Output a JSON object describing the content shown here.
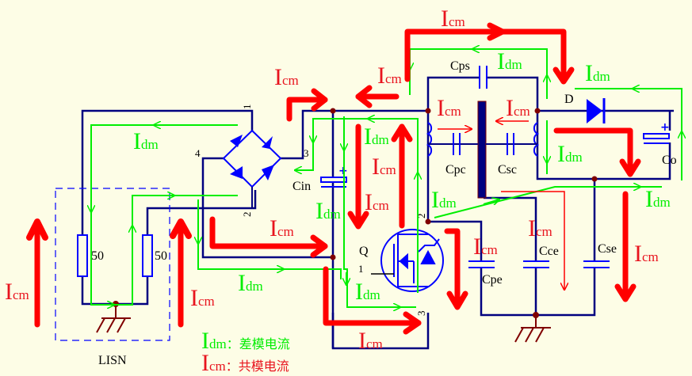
{
  "diagram": {
    "colors": {
      "background": "#fdfde6",
      "wire": "#000080",
      "component": "#0000ff",
      "dm_current": "#00ee00",
      "cm_current": "#ff0000",
      "cm_text": "#e8141e",
      "node": "#800000",
      "ground": "#800000"
    },
    "current_labels": {
      "dm_main": "I",
      "dm_sub": "dm",
      "cm_main": "I",
      "cm_sub": "cm"
    },
    "components": {
      "lisn": "LISN",
      "r1": "50",
      "r2": "50",
      "cin": "Cin",
      "cps": "Cps",
      "cpc": "Cpc",
      "csc": "Csc",
      "cpe": "Cpe",
      "cce": "Cce",
      "cse": "Cse",
      "co": "Co",
      "diode": "D",
      "mosfet": "Q",
      "plus": "+"
    },
    "pins": {
      "bridge_1": "1",
      "bridge_2": "2",
      "bridge_3": "3",
      "bridge_4": "4",
      "q_1": "1",
      "q_2": "2",
      "q_3": "3"
    },
    "legend": {
      "dm_text": "：差模电流",
      "cm_text": "：共模电流"
    }
  }
}
